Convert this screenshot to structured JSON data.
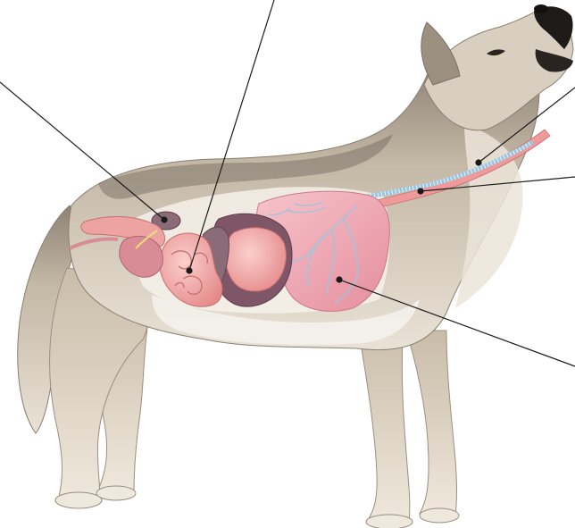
{
  "diagram": {
    "subject": "wolf-anatomy-cutaway",
    "colors": {
      "background": "#ffffff",
      "fur_light": "#e8e0d4",
      "fur_mid": "#b9ab97",
      "fur_dark": "#6e655a",
      "belly": "#f4f1ec",
      "organ_pink": "#f2a7a7",
      "lung": "#f3b2bd",
      "vessel_blue": "#9cc6de",
      "kidney": "#8a6c78",
      "liver": "#7f5668",
      "leader_line": "#1a1a1a"
    },
    "callouts": [
      {
        "id": "callout-1",
        "target": "kidney"
      },
      {
        "id": "callout-2",
        "target": "intestines"
      },
      {
        "id": "callout-3",
        "target": "esophagus"
      },
      {
        "id": "callout-4",
        "target": "trachea"
      },
      {
        "id": "callout-5",
        "target": "lung"
      }
    ]
  }
}
